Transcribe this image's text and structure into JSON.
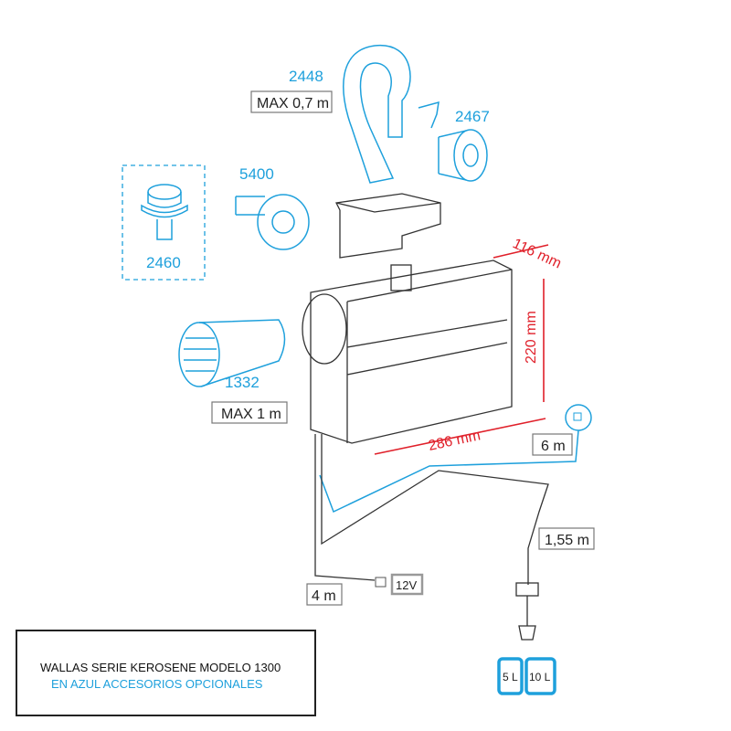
{
  "colors": {
    "accent_blue": "#1ea0dc",
    "dimension_red": "#e0202a"
  },
  "parts": {
    "duct_bend": "2448",
    "duct_bend_max": "MAX 0,7 m",
    "exhaust_outlet": "2467",
    "wall_outlet": "5400",
    "thermostat": "2460",
    "air_intake": "1332",
    "air_intake_max": "MAX 1 m"
  },
  "dimensions": {
    "depth": "116 mm",
    "height": "220 mm",
    "width": "286 mm"
  },
  "cables": {
    "control_cable": "6 m",
    "fuel_line": "1,55 m",
    "power_cable": "4 m",
    "battery": "12V"
  },
  "tanks": [
    "5 L",
    "10 L"
  ],
  "caption": {
    "line1": "WALLAS SERIE KEROSENE MODELO 1300",
    "line2": "EN AZUL ACCESORIOS OPCIONALES"
  }
}
